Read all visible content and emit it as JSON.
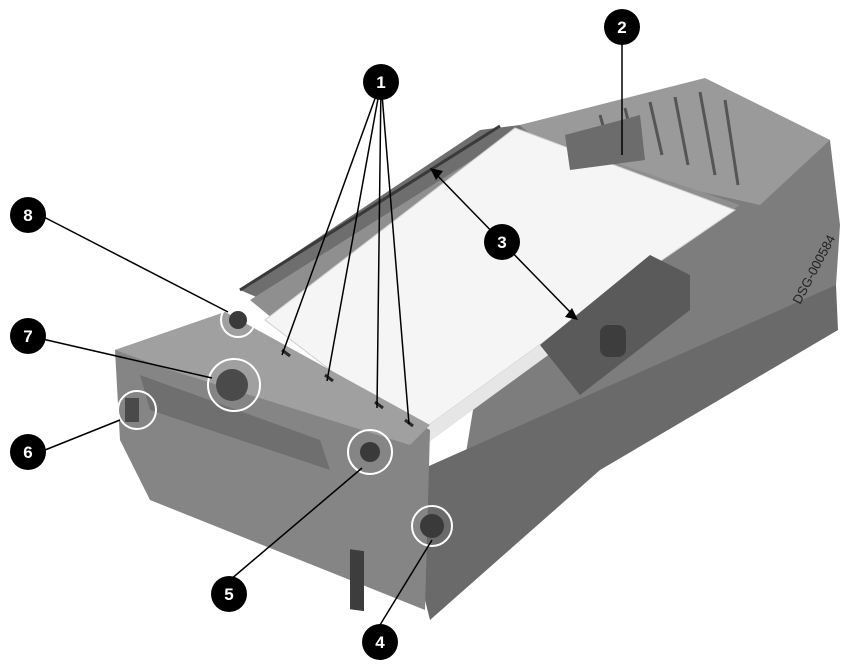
{
  "figure_code": "DSG-000584",
  "callouts": {
    "c1": "1",
    "c2": "2",
    "c3": "3",
    "c4": "4",
    "c5": "5",
    "c6": "6",
    "c7": "7",
    "c8": "8"
  },
  "colors": {
    "tray_body": "#8a8a8a",
    "tray_dark": "#5f5f5f",
    "tray_light": "#b5b5b5",
    "paper": "#f4f4f4",
    "callout_fill": "#000000",
    "leader_line": "#000000",
    "highlight_ring": "#ffffff"
  }
}
